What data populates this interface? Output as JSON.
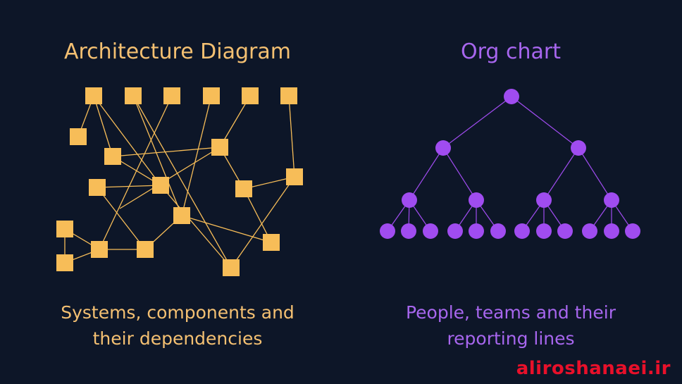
{
  "architecture": {
    "title": "Architecture Diagram",
    "caption_line1": "Systems, components and",
    "caption_line2": "their dependencies",
    "color": "#f7bd58",
    "text_color": "#f4c072"
  },
  "org_chart": {
    "title": "Org chart",
    "caption_line1": "People, teams and their",
    "caption_line2": "reporting lines",
    "color": "#a04cf0",
    "text_color": "#a766ee"
  },
  "watermark": "aliroshanaei.ir"
}
